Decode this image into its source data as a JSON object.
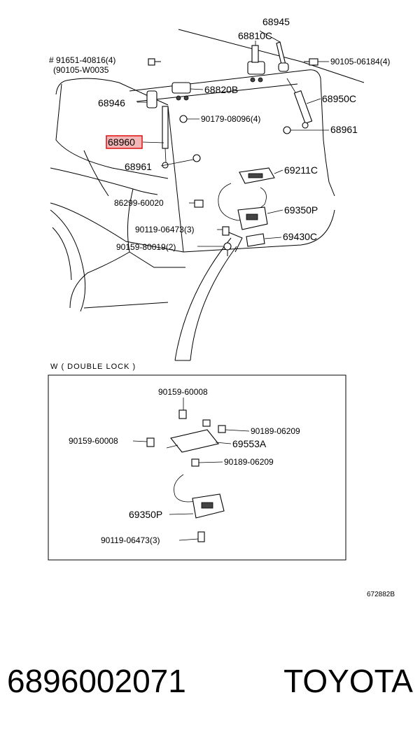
{
  "labels": {
    "p68945": "68945",
    "p68810c": "68810C",
    "p91651": "# 91651-40816(4)",
    "p90105w": "(90105-W0035",
    "p90105_06184": "90105-06184(4)",
    "p68820b": "68820B",
    "p68946": "68946",
    "p68950c": "68950C",
    "p90179": "90179-08096(4)",
    "p68961a": "68961",
    "p68960": "68960",
    "p68961b": "68961",
    "p69211c": "69211C",
    "p86299": "86299-60020",
    "p69350p": "69350P",
    "p90119a": "90119-06473(3)",
    "p69430c": "69430C",
    "p90159a": "90159-80019(2)"
  },
  "inset": {
    "caption": "W ( DOUBLE   LOCK )",
    "labels": {
      "p90159_top": "90159-60008",
      "p90189_a": "90189-06209",
      "p90159_left": "90159-60008",
      "p69553a": "69553A",
      "p90189_b": "90189-06209",
      "p69350p": "69350P",
      "p90119": "90119-06473(3)"
    }
  },
  "ref_code": "672882B",
  "footer": {
    "part_number": "6896002071",
    "brand": "TOYOTA"
  },
  "colors": {
    "highlight_fill": "#f3b6b6",
    "highlight_border": "#dd1111"
  }
}
